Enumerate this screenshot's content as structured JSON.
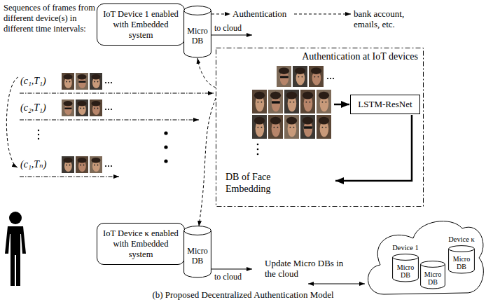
{
  "diagram": {
    "caption": "(b) Proposed Decentralized Authentication Model",
    "nodes": [
      {
        "text": [
          "IoT Device 1 enabled with Embedded system"
        ]
      },
      {
        "text": [
          "Micro DB"
        ]
      },
      {
        "text": [
          "Authentication at IoT devices"
        ]
      },
      {
        "text": [
          "LSTM-ResNet"
        ],
        "in": 2
      },
      {
        "text": [
          "IoT Device κ enabled with Embedded system"
        ]
      },
      {
        "text": [
          "Micro DB"
        ]
      },
      {
        "text": [
          "Device 1",
          "Micro DB"
        ]
      },
      {
        "text": [
          "Device κ",
          "Micro DB"
        ]
      },
      {
        "text": [
          "Micro DB"
        ]
      }
    ],
    "edges": [
      {
        "from": 2,
        "to": 1,
        "arrow": "to"
      },
      {
        "from": 2,
        "to": 5,
        "arrow": "to"
      }
    ],
    "labels": [
      "Sequences of frames from different device(s) in different time intervals:",
      "Authentication",
      "bank account, emails, etc.",
      "to cloud",
      "(c₁,T₁)",
      "(c₂,T₁)",
      "(c₁,Tₙ)",
      "DB of Face Embedding",
      "to cloud",
      "Update Micro DBs in the cloud"
    ]
  }
}
